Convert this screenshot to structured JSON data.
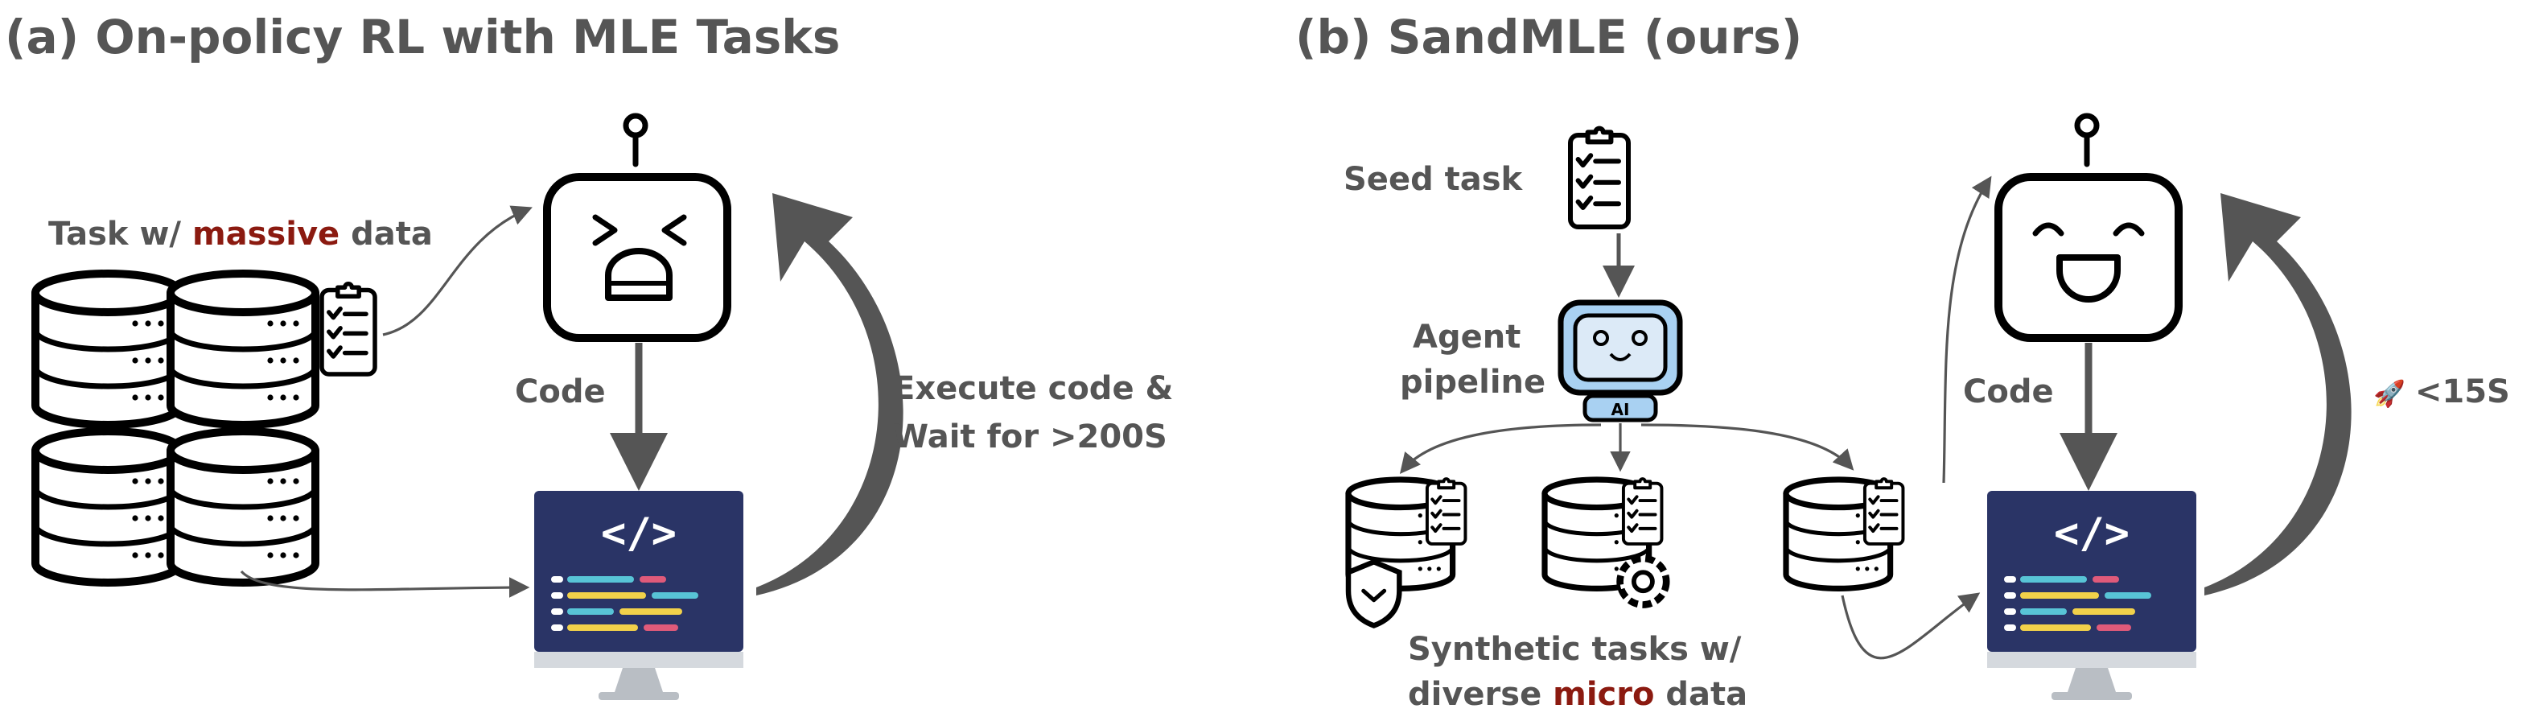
{
  "panel_a": {
    "title": "(a) On-policy RL with MLE Tasks",
    "task_label_prefix": "Task w/ ",
    "task_label_highlight": "massive",
    "task_label_suffix": " data",
    "code_label": "Code",
    "execute_line1": "Execute code &",
    "execute_line2": "Wait for >200S",
    "robot_mood": "frustrated"
  },
  "panel_b": {
    "title": "(b) SandMLE (ours)",
    "seed_label": "Seed task",
    "agent_line1": "Agent",
    "agent_line2": "pipeline",
    "agent_badge": "AI",
    "synthetic_line1": "Synthetic tasks w/",
    "synthetic_line2_prefix": "diverse ",
    "synthetic_line2_highlight": "micro",
    "synthetic_line2_suffix": " data",
    "code_label": "Code",
    "speed_icon": "rocket-icon",
    "speed_label": "<15S",
    "robot_mood": "happy"
  },
  "colors": {
    "text": "#555555",
    "highlight": "#8b1a10",
    "monitor": "#2a3466",
    "agent_blue": "#a9d1f2"
  }
}
